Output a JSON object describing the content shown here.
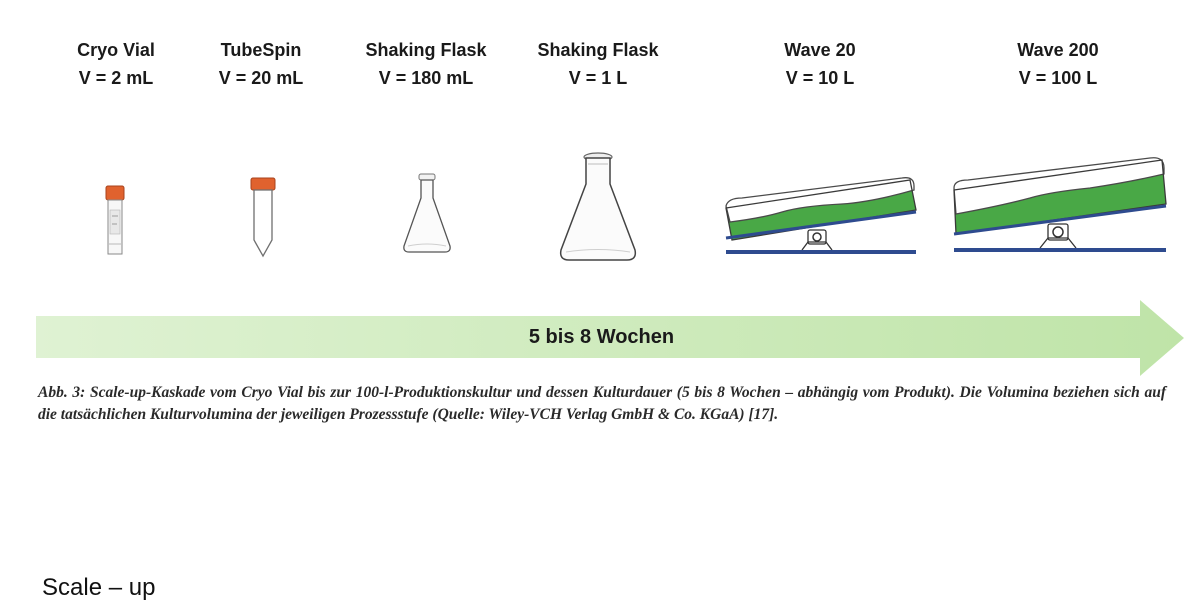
{
  "stages": [
    {
      "name": "Cryo Vial",
      "volume": "V = 2 mL"
    },
    {
      "name": "TubeSpin",
      "volume": "V = 20 mL"
    },
    {
      "name": "Shaking Flask",
      "volume": "V = 180 mL"
    },
    {
      "name": "Shaking Flask",
      "volume": "V = 1 L"
    },
    {
      "name": "Wave 20",
      "volume": "V = 10 L"
    },
    {
      "name": "Wave 200",
      "volume": "V = 100 L"
    }
  ],
  "arrow": {
    "label": "5 bis 8 Wochen"
  },
  "caption": "Abb. 3: Scale-up-Kaskade vom Cryo Vial bis zur 100-l-Produktionskultur und dessen Kulturdauer (5 bis 8 Wochen – abhängig vom Produkt). Die Volumina beziehen sich auf die tatsächlichen Kulturvolumina der jeweiligen Prozessstufe (Quelle: Wiley-VCH Verlag GmbH & Co. KGaA) [17].",
  "footer": "Scale – up",
  "colors": {
    "arrow_light": "#dff2d3",
    "arrow_mid": "#bfe4a8",
    "cap_orange": "#e0622e",
    "medium_green": "#49a846",
    "platform_blue": "#2e4b8f"
  }
}
